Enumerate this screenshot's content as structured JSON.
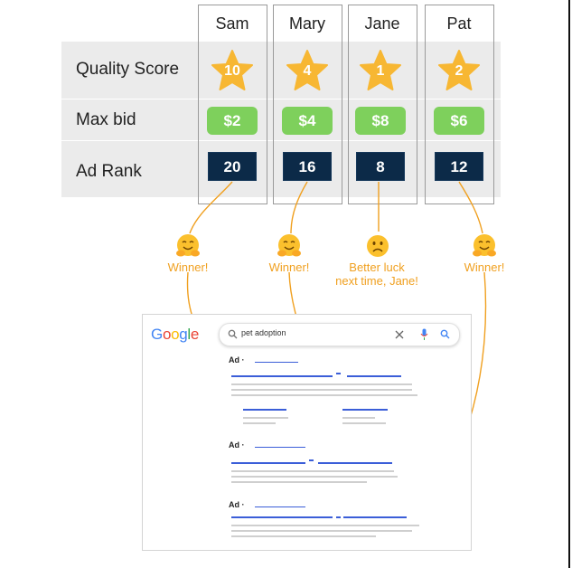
{
  "columns": [
    {
      "name": "Sam",
      "quality_score": "10",
      "max_bid": "$2",
      "ad_rank": "20",
      "emoji": "hugging-face-icon",
      "caption_lines": [
        "Winner!"
      ]
    },
    {
      "name": "Mary",
      "quality_score": "4",
      "max_bid": "$4",
      "ad_rank": "16",
      "emoji": "hugging-face-icon",
      "caption_lines": [
        "Winner!"
      ]
    },
    {
      "name": "Jane",
      "quality_score": "1",
      "max_bid": "$8",
      "ad_rank": "8",
      "emoji": "frowning-face-icon",
      "caption_lines": [
        "Better luck",
        "next time, Jane!"
      ]
    },
    {
      "name": "Pat",
      "quality_score": "2",
      "max_bid": "$6",
      "ad_rank": "12",
      "emoji": "hugging-face-icon",
      "caption_lines": [
        "Winner!"
      ]
    }
  ],
  "row_labels": {
    "quality_score": "Quality Score",
    "max_bid": "Max bid",
    "ad_rank": "Ad Rank"
  },
  "serp": {
    "logo_letters": [
      "G",
      "o",
      "o",
      "g",
      "l",
      "e"
    ],
    "query": "pet adoption",
    "ad_labels": [
      "Ad ·",
      "Ad ·",
      "Ad ·"
    ]
  },
  "colors": {
    "star": "#f7b733",
    "bid_badge": "#7ed05c",
    "rank_box": "#0c2a48",
    "connector": "#f0a020",
    "logo": [
      "#4285f4",
      "#ea4335",
      "#fbbc05",
      "#4285f4",
      "#34a853",
      "#ea4335"
    ]
  }
}
